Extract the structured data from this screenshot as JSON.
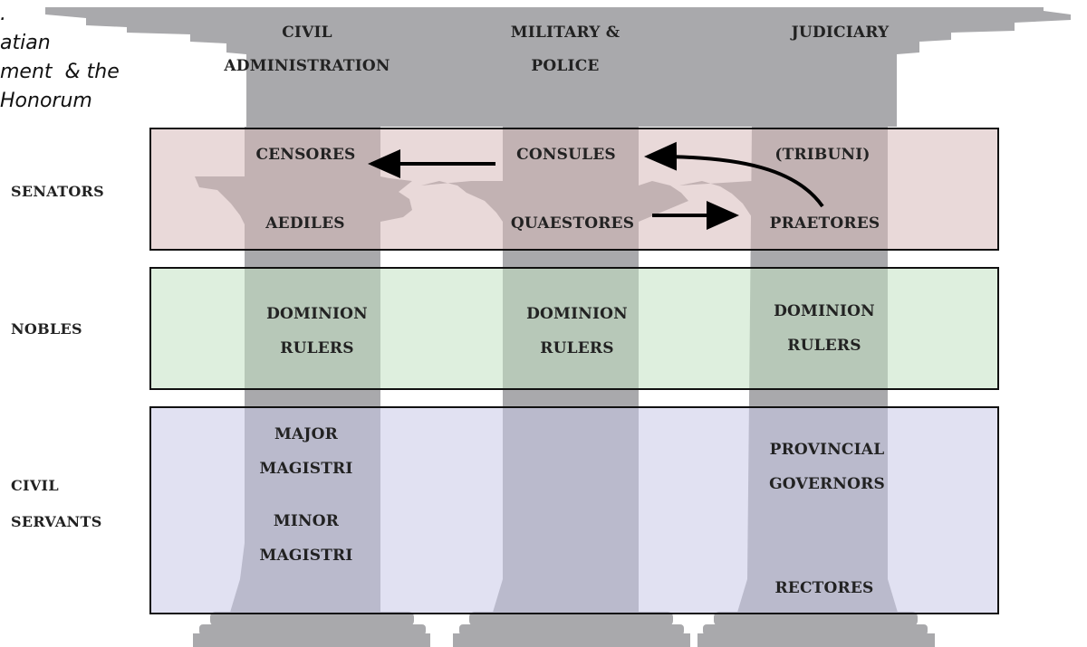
{
  "title_fragment": ".\natian\nment  & the\nHonorum",
  "colors": {
    "column": "#a9a9ac",
    "senators_band": "#e2cfcf",
    "nobles_band": "#d4e6d4",
    "civil_servants_band": "#d6d7e8",
    "arrow": "#000000"
  },
  "columns": {
    "civil_administration": "CIVIL\nADMINISTRATION",
    "military_police": "MILITARY &\nPOLICE",
    "judiciary": "JUDICIARY"
  },
  "ranks": {
    "senators": "SENATORS",
    "nobles": "NOBLES",
    "civil_servants": "CIVIL\nSERVANTS"
  },
  "senators": {
    "censores": "CENSORES",
    "consules": "CONSULES",
    "tribuni": "(TRIBUNI)",
    "aediles": "AEDILES",
    "quaestores": "QUAESTORES",
    "praetores": "PRAETORES"
  },
  "nobles": {
    "civil": "DOMINION\nRULERS",
    "military": "DOMINION\nRULERS",
    "judiciary": "DOMINION\nRULERS"
  },
  "civil_servants": {
    "major_magistri": "MAJOR\nMAGISTRI",
    "minor_magistri": "MINOR\nMAGISTRI",
    "provincial_governors": "PROVINCIAL\nGOVERNORS",
    "rectores": "RECTORES"
  }
}
